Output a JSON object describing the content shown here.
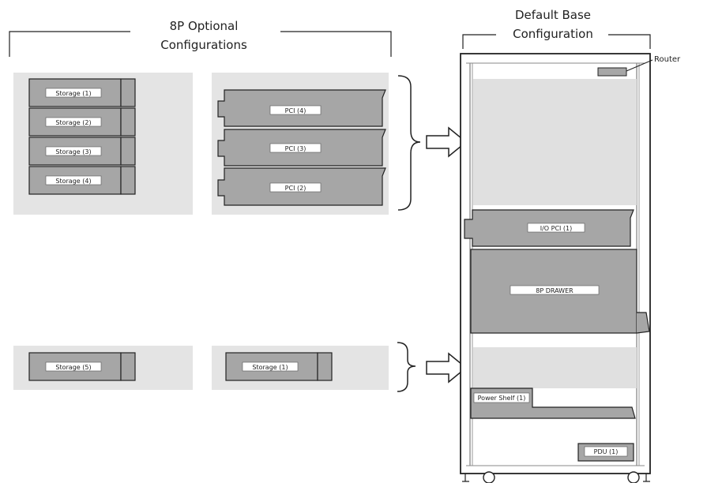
{
  "optional": {
    "title_line1": "8P Optional",
    "title_line2": "Configurations",
    "storage_stack": [
      "Storage (1)",
      "Storage (2)",
      "Storage (3)",
      "Storage (4)"
    ],
    "pci_stack": [
      "PCI (4)",
      "PCI (3)",
      "PCI (2)"
    ],
    "storage_left": "Storage (5)",
    "storage_right": "Storage (1)"
  },
  "base": {
    "title_line1": "Default Base",
    "title_line2": "Configuration",
    "router_label": "Router",
    "io_pci": "I/O PCI (1)",
    "drawer": "8P DRAWER",
    "power_shelf": "Power Shelf (1)",
    "pdu": "PDU (1)"
  },
  "colors": {
    "panel": "#e4e4e4",
    "module": "#a6a6a6",
    "rack_region": "#e0e0e0",
    "label_bg": "#ffffff",
    "stroke": "#222222"
  }
}
